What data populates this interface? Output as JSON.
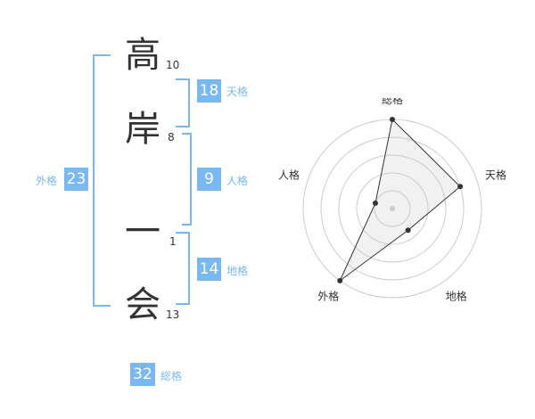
{
  "name": {
    "chars": [
      {
        "char": "高",
        "strokes": "10"
      },
      {
        "char": "岸",
        "strokes": "8"
      },
      {
        "char": "一",
        "strokes": "1"
      },
      {
        "char": "会",
        "strokes": "13"
      }
    ]
  },
  "kakusu": {
    "tenkaku": {
      "value": "18",
      "label": "天格"
    },
    "jinkaku": {
      "value": "9",
      "label": "人格"
    },
    "chikaku": {
      "value": "14",
      "label": "地格"
    },
    "gaikaku": {
      "value": "23",
      "label": "外格"
    },
    "soukaku": {
      "value": "32",
      "label": "総格"
    }
  },
  "colors": {
    "accent": "#7ab8f2",
    "text": "#333333",
    "grid": "#cccccc"
  },
  "chart_data": {
    "type": "radar",
    "axes": [
      "総格",
      "天格",
      "地格",
      "外格",
      "人格"
    ],
    "values": [
      5,
      4,
      1.5,
      5,
      1
    ],
    "rmax": 5,
    "rings": 5,
    "grid": true
  }
}
